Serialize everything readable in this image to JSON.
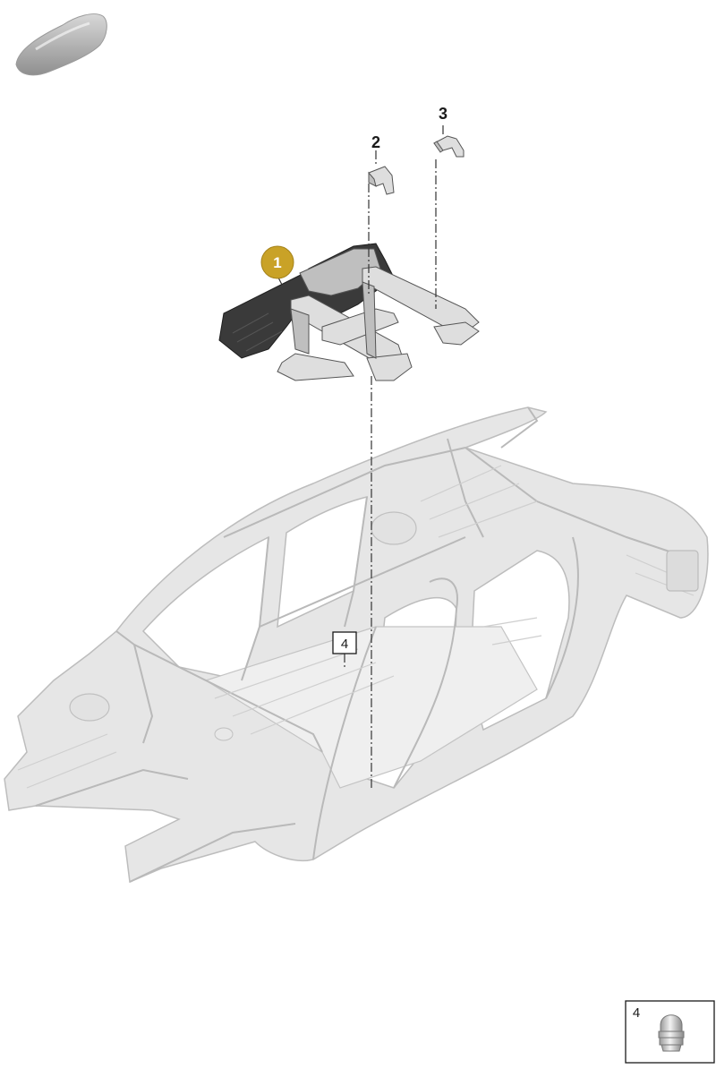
{
  "header": {
    "car_thumbnail_icon": "car-silhouette-icon"
  },
  "callouts": [
    {
      "number": "1",
      "highlighted": true,
      "badge_color": "#c9a227"
    },
    {
      "number": "2",
      "highlighted": false
    },
    {
      "number": "3",
      "highlighted": false
    },
    {
      "number": "4",
      "highlighted": false,
      "boxed": true
    }
  ],
  "legend_box": {
    "number": "4",
    "icon": "cap-nut-icon"
  },
  "colors": {
    "highlight_badge": "#c9a227",
    "body_shell": "#e6e6e6",
    "part_dark": "#3a3a3a",
    "outline": "#1a1a1a"
  }
}
